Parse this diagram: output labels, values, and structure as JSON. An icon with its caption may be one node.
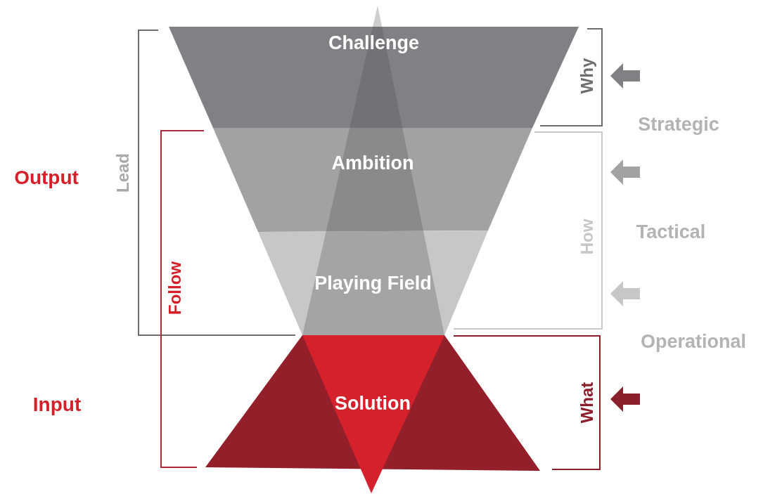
{
  "diagram": {
    "nodes": [
      {
        "text": [
          "Challenge"
        ]
      },
      {
        "text": [
          "Ambition"
        ]
      },
      {
        "text": [
          "Playing Field"
        ]
      },
      {
        "text": [
          "Solution"
        ]
      }
    ],
    "labels": [
      "Lead",
      "Why",
      "Strategic",
      "Output",
      "Follow",
      "How",
      "Tactical",
      "Operational",
      "Input",
      "What"
    ]
  }
}
